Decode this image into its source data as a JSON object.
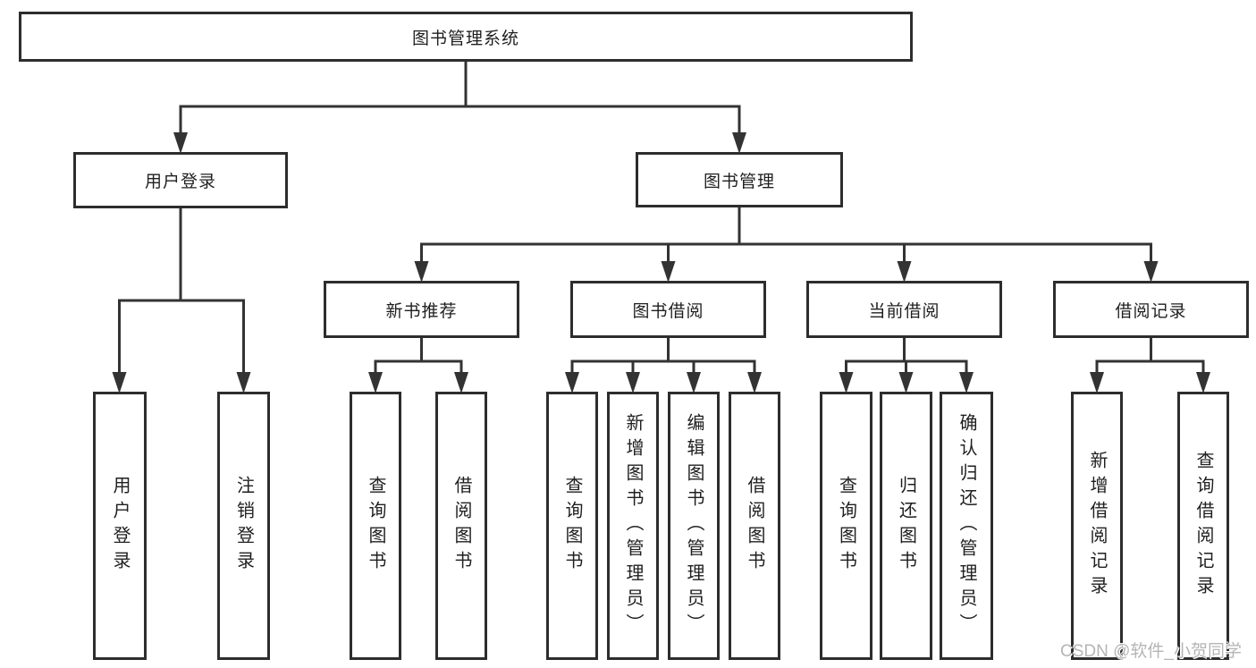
{
  "diagram": {
    "title": "图书管理系统",
    "colors": {
      "line": "#333333",
      "box_border": "#2d2d2d",
      "text": "#1f1f1f",
      "background": "#ffffff",
      "watermark": "#b5b5b5"
    },
    "watermark": {
      "text": "CSDN @软件_小贺同学"
    },
    "tree": {
      "label": "图书管理系统",
      "children": [
        {
          "label": "用户登录",
          "children": [
            {
              "label": "用户登录"
            },
            {
              "label": "注销登录"
            }
          ]
        },
        {
          "label": "图书管理",
          "children": [
            {
              "label": "新书推荐",
              "children": [
                {
                  "label": "查询图书"
                },
                {
                  "label": "借阅图书"
                }
              ]
            },
            {
              "label": "图书借阅",
              "children": [
                {
                  "label": "查询图书"
                },
                {
                  "label": "新增图书（管理员）"
                },
                {
                  "label": "编辑图书（管理员）"
                },
                {
                  "label": "借阅图书"
                }
              ]
            },
            {
              "label": "当前借阅",
              "children": [
                {
                  "label": "查询图书"
                },
                {
                  "label": "归还图书"
                },
                {
                  "label": "确认归还（管理员）"
                }
              ]
            },
            {
              "label": "借阅记录",
              "children": [
                {
                  "label": "新增借阅记录"
                },
                {
                  "label": "查询借阅记录"
                }
              ]
            }
          ]
        }
      ]
    }
  }
}
